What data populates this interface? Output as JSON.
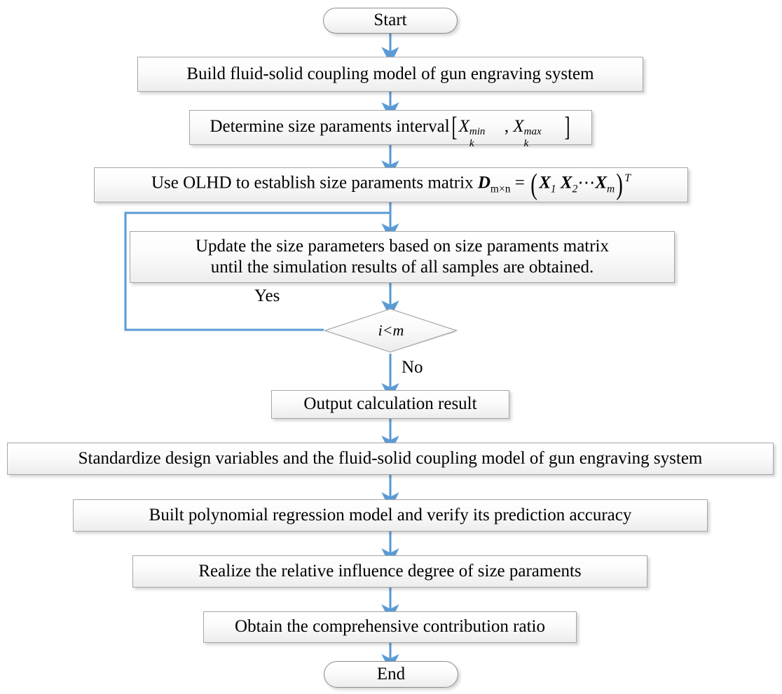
{
  "diagram": {
    "type": "flowchart",
    "title": "Gun engraving system size parameter analysis flowchart",
    "accent_color": "#5b9bd5",
    "node_border_color": "#a6a6a6",
    "node_fill_top": "#ffffff",
    "node_fill_bottom": "#ededed",
    "background": "#ffffff"
  },
  "nodes": {
    "start": {
      "id": "start",
      "shape": "terminator",
      "label": "Start"
    },
    "build_model": {
      "id": "build_model",
      "shape": "process",
      "label": "Build fluid-solid coupling model of gun engraving system"
    },
    "determine_interval": {
      "id": "determine_interval",
      "shape": "process",
      "label_prefix": "Determine size paraments interval",
      "formula": {
        "bracket_open": "[",
        "bracket_close": "]",
        "term1_base": "X",
        "term1_sup": "min",
        "term1_sub": "k",
        "separator": ",",
        "term2_base": "X",
        "term2_sup": "max",
        "term2_sub": "k"
      }
    },
    "olhd_matrix": {
      "id": "olhd_matrix",
      "shape": "process",
      "label_prefix": "Use OLHD to establish size paraments matrix",
      "formula": {
        "matrix_symbol": "D",
        "matrix_sub": "m×n",
        "equals": "=",
        "paren_open": "(",
        "x1": "X",
        "x1_sub": "1",
        "x2": "X",
        "x2_sub": "2",
        "ellipsis": "⋯",
        "xm": "X",
        "xm_sub": "m",
        "paren_close": ")",
        "transpose": "T"
      }
    },
    "update_params": {
      "id": "update_params",
      "shape": "process",
      "label_line1": "Update the size parameters based on size paraments matrix",
      "label_line2": "until the simulation results of all samples are obtained."
    },
    "decision": {
      "id": "decision",
      "shape": "diamond",
      "label": "i<m"
    },
    "output_result": {
      "id": "output_result",
      "shape": "process",
      "label": "Output calculation result"
    },
    "standardize": {
      "id": "standardize",
      "shape": "process",
      "label": "Standardize design variables and the fluid-solid coupling model of gun engraving system"
    },
    "regression": {
      "id": "regression",
      "shape": "process",
      "label": "Built  polynomial regression model and verify its prediction accuracy"
    },
    "realize": {
      "id": "realize",
      "shape": "process",
      "label": "Realize the relative influence degree of size paraments"
    },
    "obtain_ratio": {
      "id": "obtain_ratio",
      "shape": "process",
      "label": "Obtain the comprehensive contribution ratio"
    },
    "end": {
      "id": "end",
      "shape": "terminator",
      "label": "End"
    }
  },
  "edge_labels": {
    "yes": "Yes",
    "no": "No"
  },
  "edges": [
    {
      "from": "start",
      "to": "build_model",
      "label": ""
    },
    {
      "from": "build_model",
      "to": "determine_interval",
      "label": ""
    },
    {
      "from": "determine_interval",
      "to": "olhd_matrix",
      "label": ""
    },
    {
      "from": "olhd_matrix",
      "to": "update_params",
      "label": ""
    },
    {
      "from": "update_params",
      "to": "decision",
      "label": ""
    },
    {
      "from": "decision",
      "to": "update_params",
      "label": "Yes"
    },
    {
      "from": "decision",
      "to": "output_result",
      "label": "No"
    },
    {
      "from": "output_result",
      "to": "standardize",
      "label": ""
    },
    {
      "from": "standardize",
      "to": "regression",
      "label": ""
    },
    {
      "from": "regression",
      "to": "realize",
      "label": ""
    },
    {
      "from": "realize",
      "to": "obtain_ratio",
      "label": ""
    },
    {
      "from": "obtain_ratio",
      "to": "end",
      "label": ""
    }
  ]
}
